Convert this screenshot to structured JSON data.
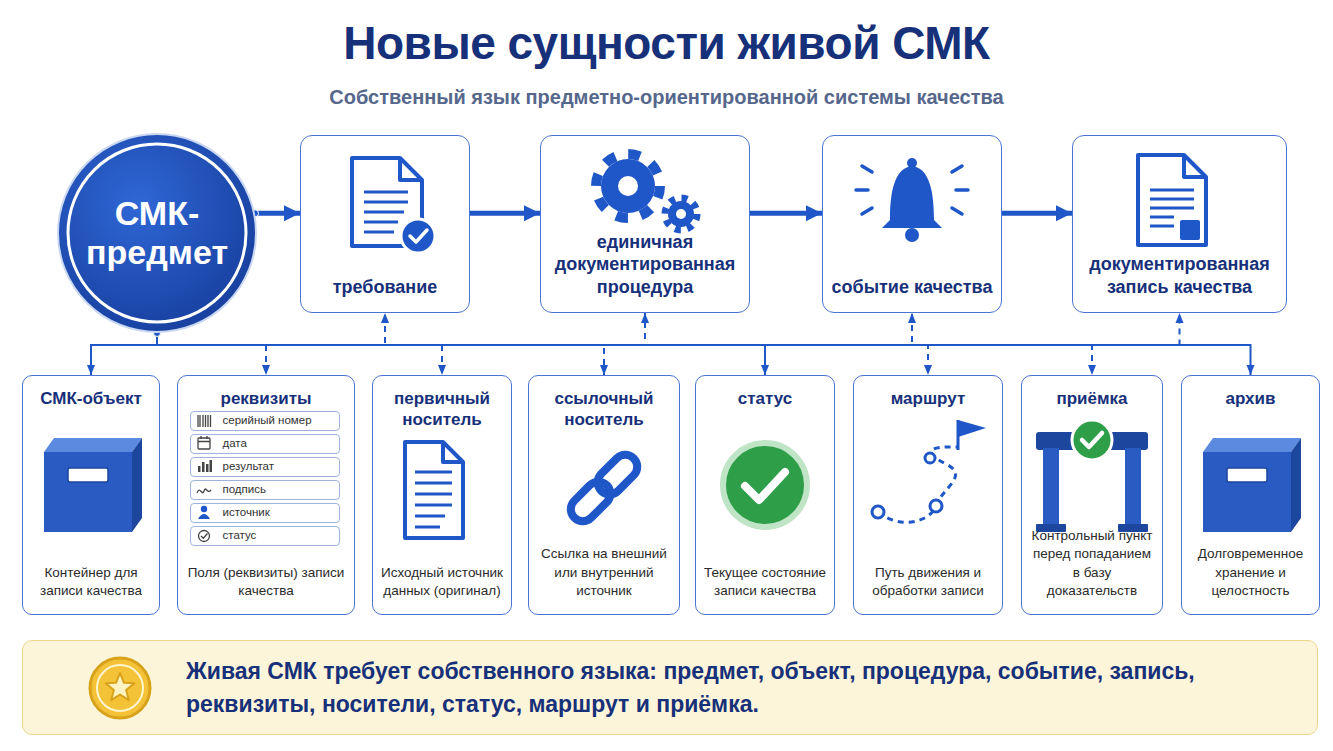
{
  "diagram": {
    "title": "Новые сущности живой СМК",
    "nodes": [
      {
        "text": [
          "СМК- предмет"
        ]
      },
      {
        "text": [
          "требование"
        ]
      },
      {
        "text": [
          "единичная документированная процедура"
        ]
      },
      {
        "text": [
          "событие качества"
        ]
      },
      {
        "text": [
          "документированная запись качества"
        ]
      },
      {
        "text": [
          "СМК-объект",
          "Контейнер для записи качества"
        ]
      },
      {
        "text": [
          "реквизиты",
          "Поля (реквизиты) записи качества"
        ]
      },
      {
        "text": [
          "серийный номер"
        ],
        "in": 6
      },
      {
        "text": [
          "дата"
        ],
        "in": 6
      },
      {
        "text": [
          "результат"
        ],
        "in": 6
      },
      {
        "text": [
          "подпись"
        ],
        "in": 6
      },
      {
        "text": [
          "источник"
        ],
        "in": 6
      },
      {
        "text": [
          "статус"
        ],
        "in": 6
      },
      {
        "text": [
          "первичный носитель",
          "Исходный источник данных (оригинал)"
        ]
      },
      {
        "text": [
          "ссылочный носитель",
          "Ссылка на внешний или внутренний источник"
        ]
      },
      {
        "text": [
          "статус",
          "Текущее состояние записи качества"
        ]
      },
      {
        "text": [
          "маршрут",
          "Путь движения и обработки записи"
        ]
      },
      {
        "text": [
          "приёмка",
          "Контрольный пункт перед попаданием в базу доказательств"
        ]
      },
      {
        "text": [
          "архив",
          "Долговременное хранение и целостность"
        ]
      },
      {
        "text": [
          "Живая СМК требует собственного языка: предмет, объект, процедура, событие, запись, реквизиты, носители, статус, маршрут и приёмка."
        ]
      }
    ],
    "edges": [
      {
        "from": 0,
        "to": 1,
        "arrow": "to"
      },
      {
        "from": 1,
        "to": 2,
        "arrow": "to"
      },
      {
        "from": 2,
        "to": 3,
        "arrow": "to"
      },
      {
        "from": 3,
        "to": 4,
        "arrow": "to"
      },
      {
        "from": 0,
        "to": 5,
        "arrow": "to"
      },
      {
        "from": 0,
        "to": 6,
        "arrow": "to"
      },
      {
        "from": 0,
        "to": 13,
        "arrow": "to"
      },
      {
        "from": 0,
        "to": 14,
        "arrow": "to"
      },
      {
        "from": 0,
        "to": 15,
        "arrow": "to"
      },
      {
        "from": 0,
        "to": 16,
        "arrow": "to"
      },
      {
        "from": 0,
        "to": 17,
        "arrow": "to"
      },
      {
        "from": 0,
        "to": 18,
        "arrow": "to"
      },
      {
        "from": 0,
        "to": 1,
        "arrow": "to"
      },
      {
        "from": 0,
        "to": 2,
        "arrow": "to"
      },
      {
        "from": 0,
        "to": 3,
        "arrow": "to"
      },
      {
        "from": 0,
        "to": 4,
        "arrow": "to"
      }
    ],
    "labels": [
      "Собственный язык предметно-ориентированной системы качества"
    ]
  }
}
